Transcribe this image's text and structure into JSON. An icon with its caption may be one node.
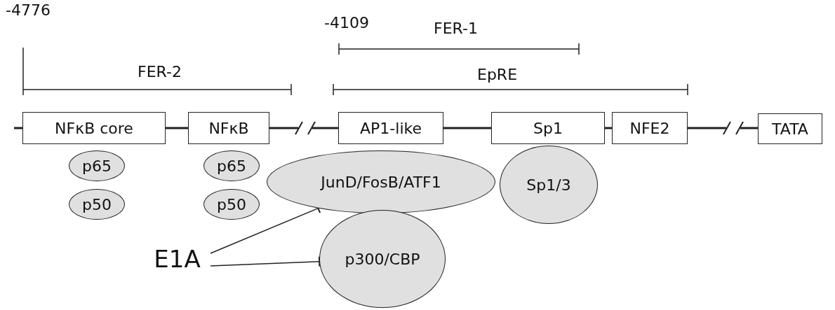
{
  "diagram": {
    "nodes": [
      {
        "text": [
          "NFκB core"
        ]
      },
      {
        "text": [
          "NFκB"
        ]
      },
      {
        "text": [
          "AP1-like"
        ]
      },
      {
        "text": [
          "Sp1"
        ]
      },
      {
        "text": [
          "NFE2"
        ]
      },
      {
        "text": [
          "TATA"
        ]
      },
      {
        "text": [
          "p65"
        ]
      },
      {
        "text": [
          "p50"
        ]
      },
      {
        "text": [
          "p65"
        ]
      },
      {
        "text": [
          "p50"
        ]
      },
      {
        "text": [
          "JunD/FosB/ATF1"
        ]
      },
      {
        "text": [
          "Sp1/3"
        ]
      },
      {
        "text": [
          "p300/CBP"
        ]
      },
      {
        "text": [
          "E1A"
        ]
      }
    ],
    "edges": [
      {
        "from": 13,
        "to": 10,
        "arrow": "other"
      },
      {
        "from": 13,
        "to": 12,
        "arrow": "other"
      }
    ],
    "labels": [
      "-4776",
      "-4109",
      "FER-1",
      "FER-2",
      "EpRE"
    ]
  }
}
